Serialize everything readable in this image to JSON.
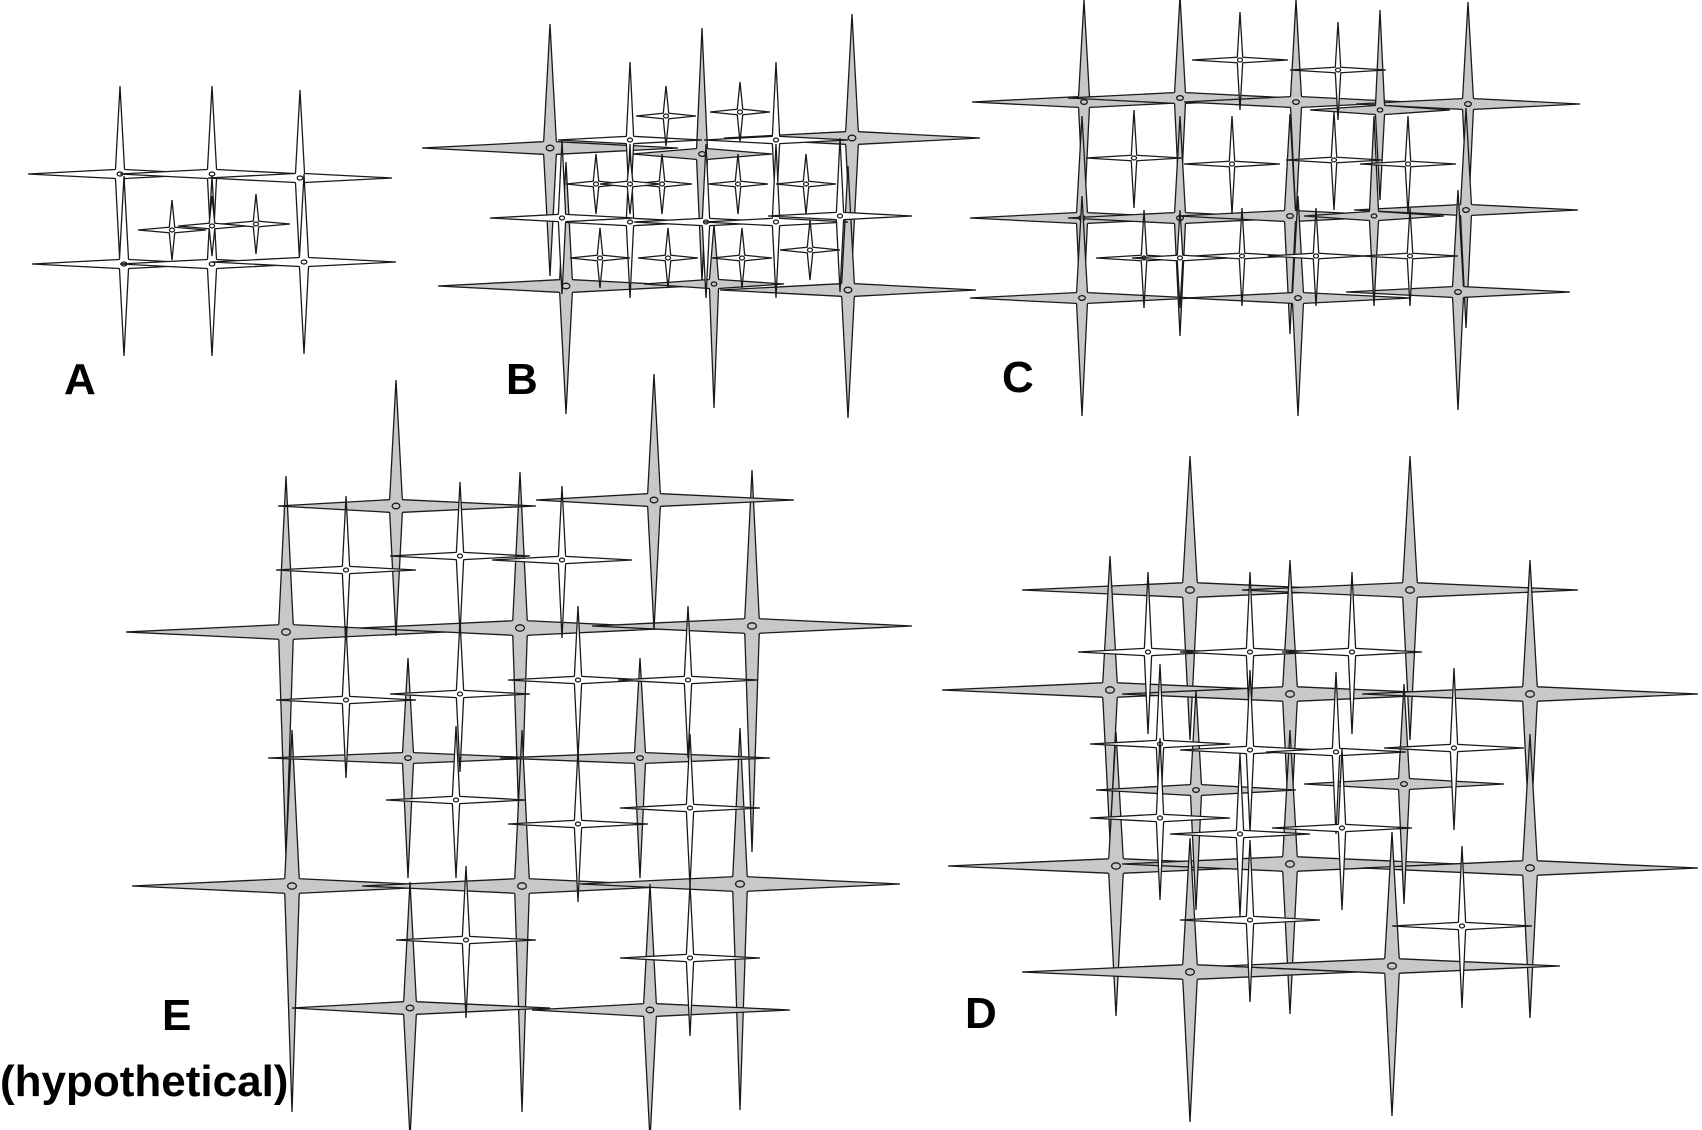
{
  "figure": {
    "background_color": "#ffffff",
    "spicule_fill": "#c8c8c8",
    "spicule_fill_light": "#ffffff",
    "spicule_stroke": "#1a1a1a",
    "spicule_shape": "four-rayed cross",
    "panels": [
      {
        "id": "A",
        "label": "A",
        "subtitle": ""
      },
      {
        "id": "B",
        "label": "B",
        "subtitle": ""
      },
      {
        "id": "C",
        "label": "C",
        "subtitle": ""
      },
      {
        "id": "D",
        "label": "D",
        "subtitle": ""
      },
      {
        "id": "E",
        "label": "E",
        "subtitle": "(hypothetical)"
      }
    ]
  }
}
